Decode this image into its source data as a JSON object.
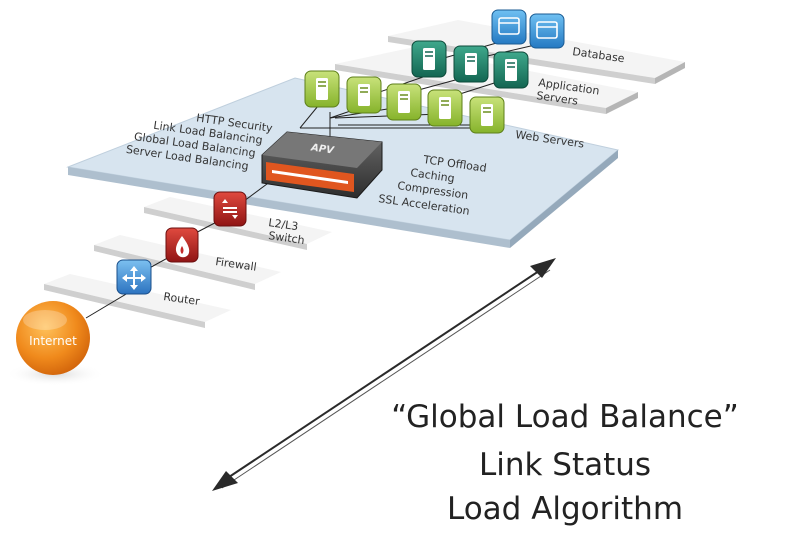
{
  "labels": {
    "database": "Database",
    "app_line1": "Application",
    "app_line2": "Servers",
    "web_servers": "Web Servers",
    "features_left": [
      "HTTP Security",
      "Link Load Balancing",
      "Global Load Balancing",
      "Server Load Balancing"
    ],
    "features_right": [
      "TCP Offload",
      "Caching",
      "Compression",
      "SSL Acceleration"
    ],
    "apv": "APV",
    "switch_line1": "L2/L3",
    "switch_line2": "Switch",
    "firewall": "Firewall",
    "router": "Router",
    "internet": "Internet"
  },
  "caption": {
    "line1": "“Global Load Balance”",
    "line2": "Link Status",
    "line3": "Load Algorithm"
  },
  "colors": {
    "platform": "#d7e4ef",
    "web_server": "#a9cf4d",
    "app_server": "#1f8a72",
    "database": "#3c9ee0",
    "apv_accent": "#e0561f",
    "switch_red": "#c42a2a",
    "router_blue": "#3c8fd8",
    "internet_orange": "#f08a1c"
  },
  "icons": {
    "router": "router-icon",
    "firewall": "firewall-icon",
    "switch": "switch-icon",
    "server": "server-icon",
    "database": "database-icon"
  }
}
